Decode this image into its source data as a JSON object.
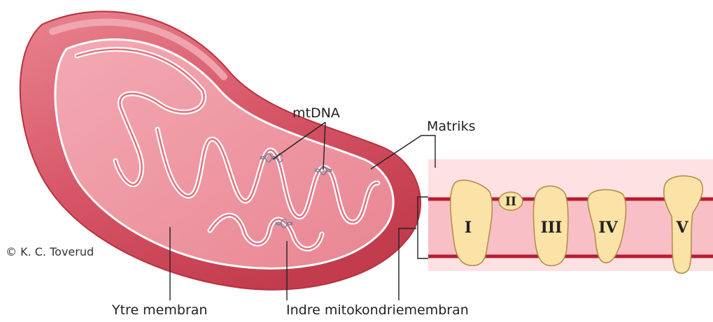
{
  "labels": {
    "mtdna": "mtDNA",
    "matrix": "Matriks",
    "outer_membrane": "Ytre membran",
    "inner_membrane": "Indre mitokondriemembran",
    "copyright": "© K. C. Toverud"
  },
  "complexes": [
    {
      "label": "I"
    },
    {
      "label": "II"
    },
    {
      "label": "III"
    },
    {
      "label": "IV"
    },
    {
      "label": "V"
    }
  ],
  "colors": {
    "outer_body": "#d9606e",
    "membrane_edge": "#b8313f",
    "matrix_fill": "#f0a0aa",
    "cristae_line": "#ffffff",
    "band_light": "#fde1e3",
    "band_mid": "#f8c0c6",
    "band_line": "#b81c2e",
    "complex_fill": "#fbe2a6",
    "complex_stroke": "#b08a45",
    "dna": "#7a7f9a"
  }
}
